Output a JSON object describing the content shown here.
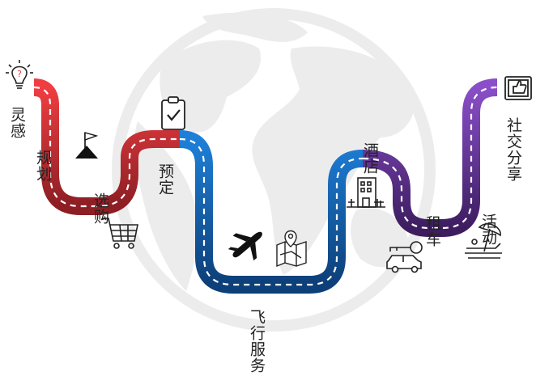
{
  "stages": [
    {
      "id": "inspiration",
      "label": "灵感",
      "icon": "lightbulb-question-icon",
      "color": "#e8393c"
    },
    {
      "id": "planning",
      "label": "规划",
      "icon": "flag-mountain-icon",
      "color": "#a8262c"
    },
    {
      "id": "shopping",
      "label": "选购",
      "icon": "shopping-cart-icon",
      "color": "#b8262e"
    },
    {
      "id": "booking",
      "label": "预定",
      "icon": "clipboard-check-icon",
      "color": "#f0423f"
    },
    {
      "id": "flight",
      "label": "飞行服务",
      "icon": "airplane-icon",
      "color": "#0e4a8a"
    },
    {
      "id": "map",
      "label": "",
      "icon": "map-pin-icon",
      "color": "#0e4a8a"
    },
    {
      "id": "hotel",
      "label": "酒店",
      "icon": "hotel-building-icon",
      "color": "#5a3a9a"
    },
    {
      "id": "rental",
      "label": "租车",
      "icon": "car-key-icon",
      "color": "#4a2470"
    },
    {
      "id": "activities",
      "label": "活动",
      "icon": "beach-umbrella-icon",
      "color": "#5a2a80"
    },
    {
      "id": "social",
      "label": "社交分享",
      "icon": "like-screen-icon",
      "color": "#7a3db8"
    }
  ],
  "background_icon": "globe-icon"
}
